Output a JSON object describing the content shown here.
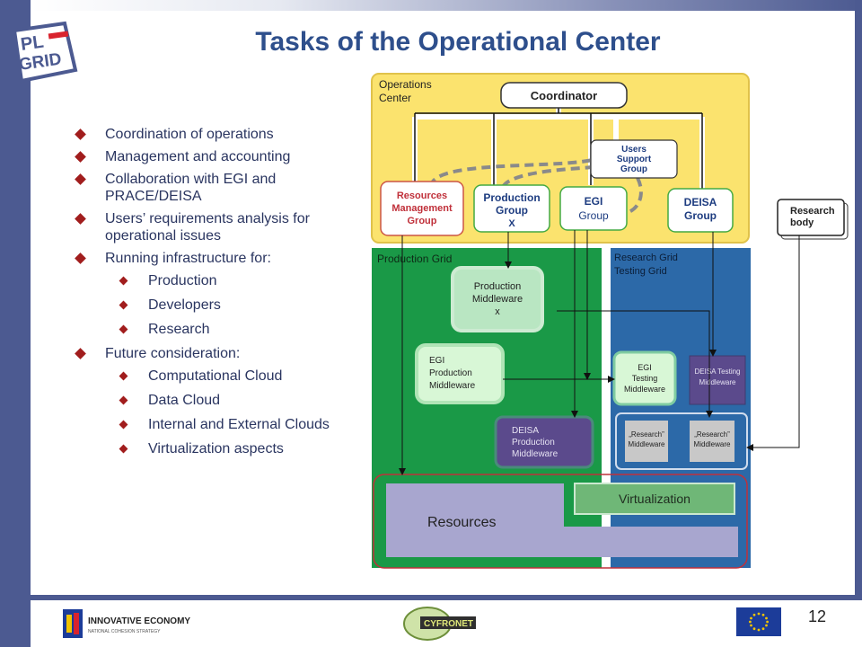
{
  "slide": {
    "title": "Tasks of the Operational Center",
    "page_number": "12"
  },
  "bullets": [
    {
      "text": "Coordination of operations"
    },
    {
      "text": "Management and accounting"
    },
    {
      "text": "Collaboration with EGI and PRACE/DEISA"
    },
    {
      "text": "Users’ requirements analysis for operational issues"
    },
    {
      "text": "Running infrastructure for:"
    },
    {
      "text": "Production"
    },
    {
      "text": "Developers"
    },
    {
      "text": "Research"
    },
    {
      "text": "Future consideration:"
    },
    {
      "text": "Computational Cloud"
    },
    {
      "text": "Data Cloud"
    },
    {
      "text": "Internal and External Clouds"
    },
    {
      "text": "Virtualization aspects"
    }
  ],
  "diagram": {
    "operations_center_1": "Operations",
    "operations_center_2": "Center",
    "coordinator": "Coordinator",
    "users_support_1": "Users",
    "users_support_2": "Support",
    "users_support_3": "Group",
    "resources_mgmt_1": "Resources",
    "resources_mgmt_2": "Management",
    "resources_mgmt_3": "Group",
    "production_group_1": "Production",
    "production_group_2": "Group",
    "production_group_3": "X",
    "egi_group_1": "EGI",
    "egi_group_2": "Group",
    "deisa_group_1": "DEISA",
    "deisa_group_2": "Group",
    "research_body_1": "Research",
    "research_body_2": "body",
    "production_grid": "Production Grid",
    "research_grid_1": "Research Grid",
    "research_grid_2": "Testing Grid",
    "prod_mw_1": "Production",
    "prod_mw_2": "Middleware",
    "prod_mw_3": "x",
    "egi_prod_mw_1": "EGI",
    "egi_prod_mw_2": "Production",
    "egi_prod_mw_3": "Middleware",
    "deisa_prod_mw_1": "DEISA",
    "deisa_prod_mw_2": "Production",
    "deisa_prod_mw_3": "Middleware",
    "egi_test_mw_1": "EGI",
    "egi_test_mw_2": "Testing",
    "egi_test_mw_3": "Middleware",
    "deisa_test_mw_1": "DEISA Testing",
    "deisa_test_mw_2": "Middleware",
    "research_mw_a_1": "„Research”",
    "research_mw_a_2": "Middleware",
    "research_mw_b_1": "„Research”",
    "research_mw_b_2": "Middleware",
    "virtualization": "Virtualization",
    "resources": "Resources"
  },
  "footer": {
    "logo_plgrid_1": "PL",
    "logo_plgrid_2": "GRID",
    "innovative_economy": "INNOVATIVE ECONOMY",
    "innovative_economy_sub": "NATIONAL COHESION STRATEGY",
    "cyfronet": "CYFRONET"
  },
  "colors": {
    "title": "#2e4f8c",
    "bullet": "#a11d1d",
    "ops_center_bg": "#fbe36e",
    "production_grid_bg": "#1a9947",
    "research_grid_bg": "#2c69a8",
    "resources_bg": "#a8a6cf",
    "virtualization_bg": "#6fb777"
  }
}
